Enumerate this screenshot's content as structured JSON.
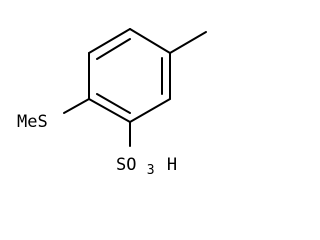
{
  "molecule": {
    "methylthio_label": "MeS",
    "sulfonic_acid": {
      "prefix": "SO",
      "subscript": "3",
      "suffix": "H"
    }
  }
}
